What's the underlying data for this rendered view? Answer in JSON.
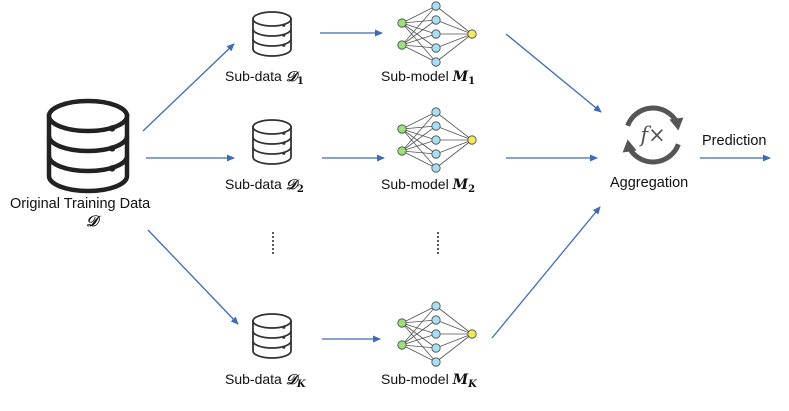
{
  "source": {
    "label_line1": "Original Training Data",
    "label_line2": "𝒟"
  },
  "subdata": [
    {
      "prefix": "Sub-data ",
      "symbol": "𝒟",
      "index": "1",
      "index_italic": false
    },
    {
      "prefix": "Sub-data ",
      "symbol": "𝒟",
      "index": "2",
      "index_italic": false
    },
    {
      "prefix": "Sub-data ",
      "symbol": "𝒟",
      "index": "K",
      "index_italic": true
    }
  ],
  "submodels": [
    {
      "prefix": "Sub-model ",
      "symbol": "M",
      "index": "1",
      "index_italic": false
    },
    {
      "prefix": "Sub-model ",
      "symbol": "M",
      "index": "2",
      "index_italic": false
    },
    {
      "prefix": "Sub-model ",
      "symbol": "M",
      "index": "K",
      "index_italic": true
    }
  ],
  "aggregation": {
    "label": "Aggregation",
    "icon_text": "f×"
  },
  "output": {
    "label": "Prediction"
  },
  "colors": {
    "arrow": "#3e6bb5",
    "db_fill": "#ffffff",
    "db_stroke": "#333333",
    "db_big_fill": "#ffffff",
    "db_big_stroke": "#222222",
    "input_node": "#9be07a",
    "hidden_node": "#a9dff2",
    "output_node": "#f3ea5a",
    "node_stroke": "#444444",
    "edge": "#555555",
    "agg_icon": "#555555"
  }
}
